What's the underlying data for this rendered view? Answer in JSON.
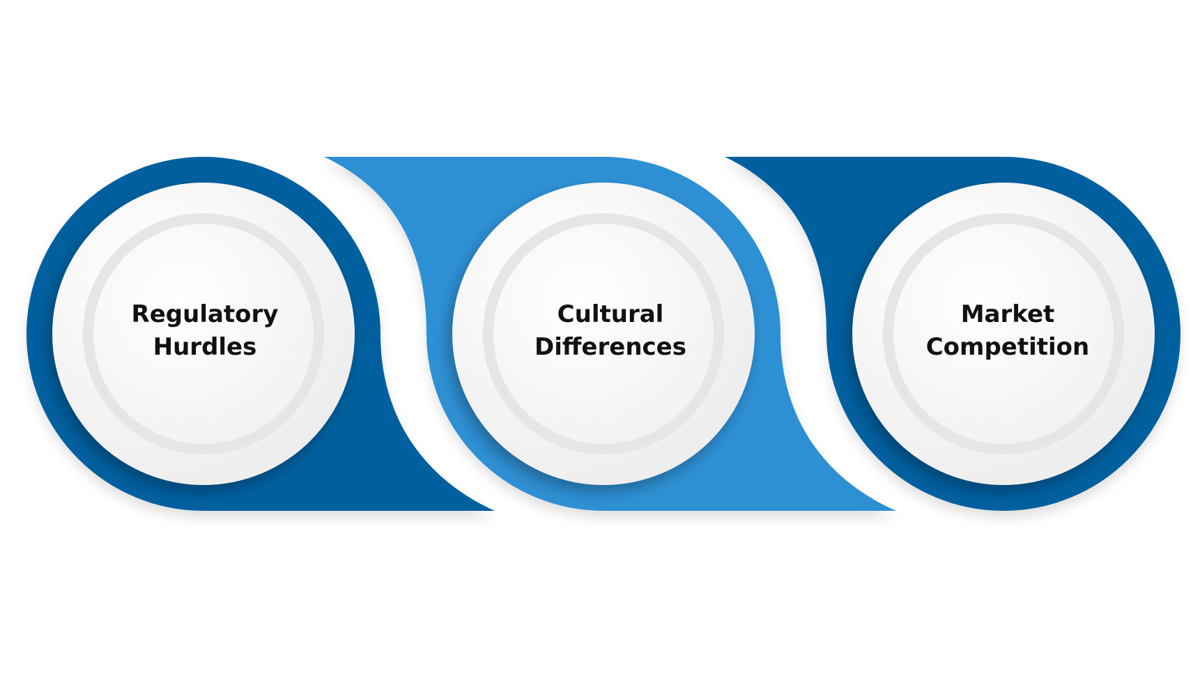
{
  "colors": {
    "dark_blue": "#03609f",
    "light_blue": "#2f90d4",
    "disc_white": "#f7f7f7",
    "ring_gray": "#e6e6e6",
    "text": "#111111"
  },
  "nodes": [
    {
      "line1": "Regulatory",
      "line2": "Hurdles",
      "color": "dark_blue"
    },
    {
      "line1": "Cultural",
      "line2": "Differences",
      "color": "light_blue"
    },
    {
      "line1": "Market",
      "line2": "Competition",
      "color": "dark_blue"
    }
  ]
}
